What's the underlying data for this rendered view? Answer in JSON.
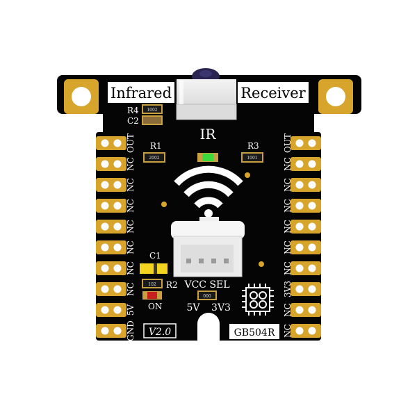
{
  "board": {
    "title_left": "Infrared",
    "title_right": "Receiver",
    "ir_label": "IR",
    "version": "V2.0",
    "model": "GB504R",
    "vcc_sel": "VCC SEL",
    "opt_5v": "5V",
    "opt_3v3": "3V3",
    "on_label": "ON",
    "components": {
      "r1": "R1",
      "r2": "R2",
      "r3": "R3",
      "r4": "R4",
      "c1": "C1",
      "c2": "C2",
      "r1_code": "2002",
      "r2_code": "102",
      "r3_code": "1001",
      "r4_code": "1002",
      "c2_code": "",
      "sel_code": "000"
    },
    "pins_left": [
      "OUT",
      "NC",
      "NC",
      "NC",
      "NC",
      "NC",
      "NC",
      "NC",
      "5V",
      "GND"
    ],
    "pins_right": [
      "OUT",
      "NC",
      "NC",
      "NC",
      "NC",
      "NC",
      "NC",
      "3V3",
      "NC",
      "NC"
    ]
  },
  "colors": {
    "pcb": "#050505",
    "gold": "#d8a52c",
    "silkscreen": "#ffffff",
    "led_green": "#3ddc3d",
    "led_red": "#c8201e",
    "cap_yellow": "#f1d320"
  }
}
